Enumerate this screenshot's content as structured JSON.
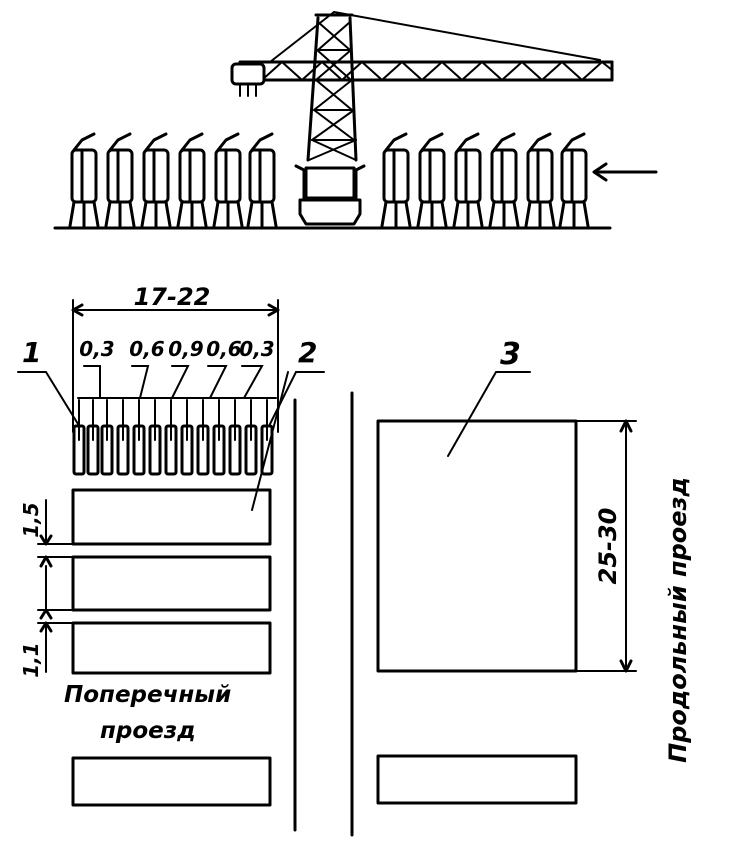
{
  "diagram": {
    "width_dimension": "17-22",
    "spacings": [
      "0,3",
      "0,6",
      "0,9",
      "0,6",
      "0,3"
    ],
    "gap_top": "1,5",
    "gap_bottom": "1,1",
    "length_dimension": "25-30",
    "callouts": [
      "1",
      "2",
      "3"
    ],
    "transverse_passage": [
      "Поперечный",
      "проезд"
    ],
    "longitudinal_passage": "Продольный проезд",
    "direction_icon": "arrow-left-icon",
    "crane_icon": "tower-crane-icon",
    "panel_icon": "cassette-panel-icon"
  }
}
